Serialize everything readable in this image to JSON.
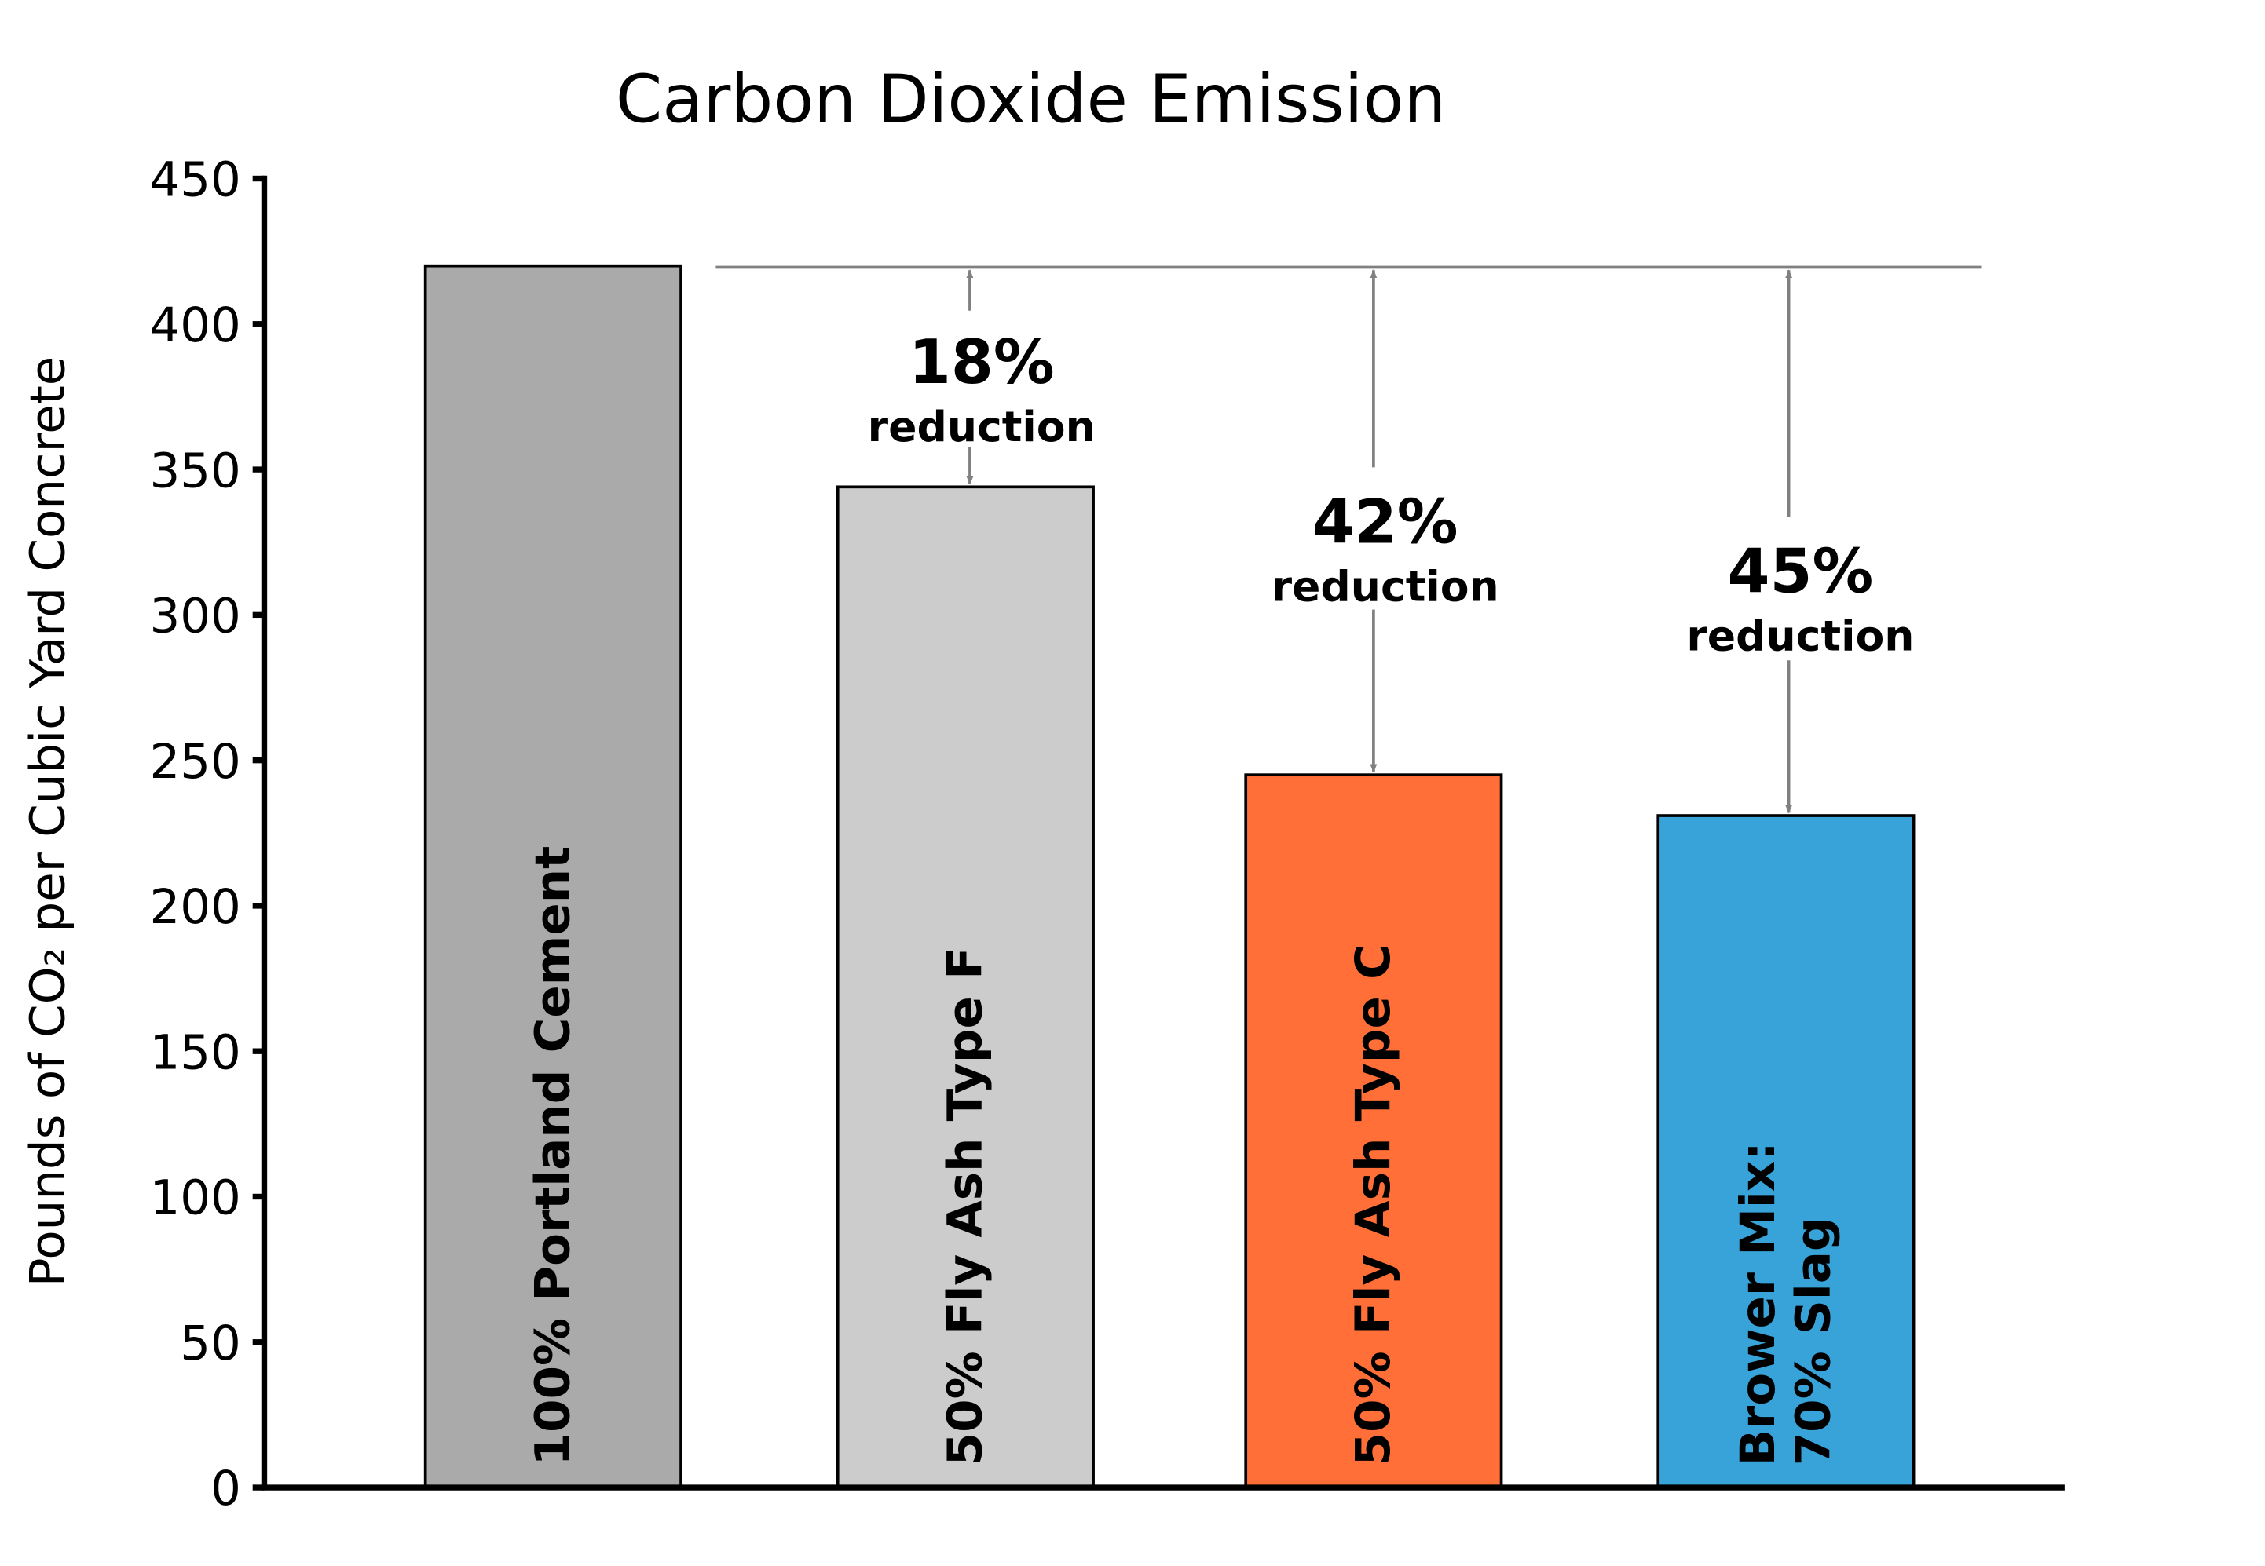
{
  "chart_data": {
    "type": "bar",
    "title": "Carbon Dioxide Emission",
    "xlabel": "",
    "ylabel": "Pounds of CO₂ per Cubic Yard Concrete",
    "ylim": [
      0,
      450
    ],
    "yticks": [
      0,
      50,
      100,
      150,
      200,
      250,
      300,
      350,
      400,
      450
    ],
    "grid": false,
    "categories": [
      [
        "100% Portland Cement"
      ],
      [
        "50% Fly Ash Type F"
      ],
      [
        "50% Fly Ash Type C"
      ],
      [
        "Brower Mix:",
        "70% Slag"
      ]
    ],
    "values": [
      420,
      344,
      245,
      231
    ],
    "colors": [
      "#aaaaaa",
      "#cccccc",
      "#ff6f37",
      "#38a3d8"
    ],
    "reference_value": 420,
    "annotations": [
      {
        "bar_index": 1,
        "percent": "18%",
        "text": "reduction"
      },
      {
        "bar_index": 2,
        "percent": "42%",
        "text": "reduction"
      },
      {
        "bar_index": 3,
        "percent": "45%",
        "text": "reduction"
      }
    ]
  }
}
